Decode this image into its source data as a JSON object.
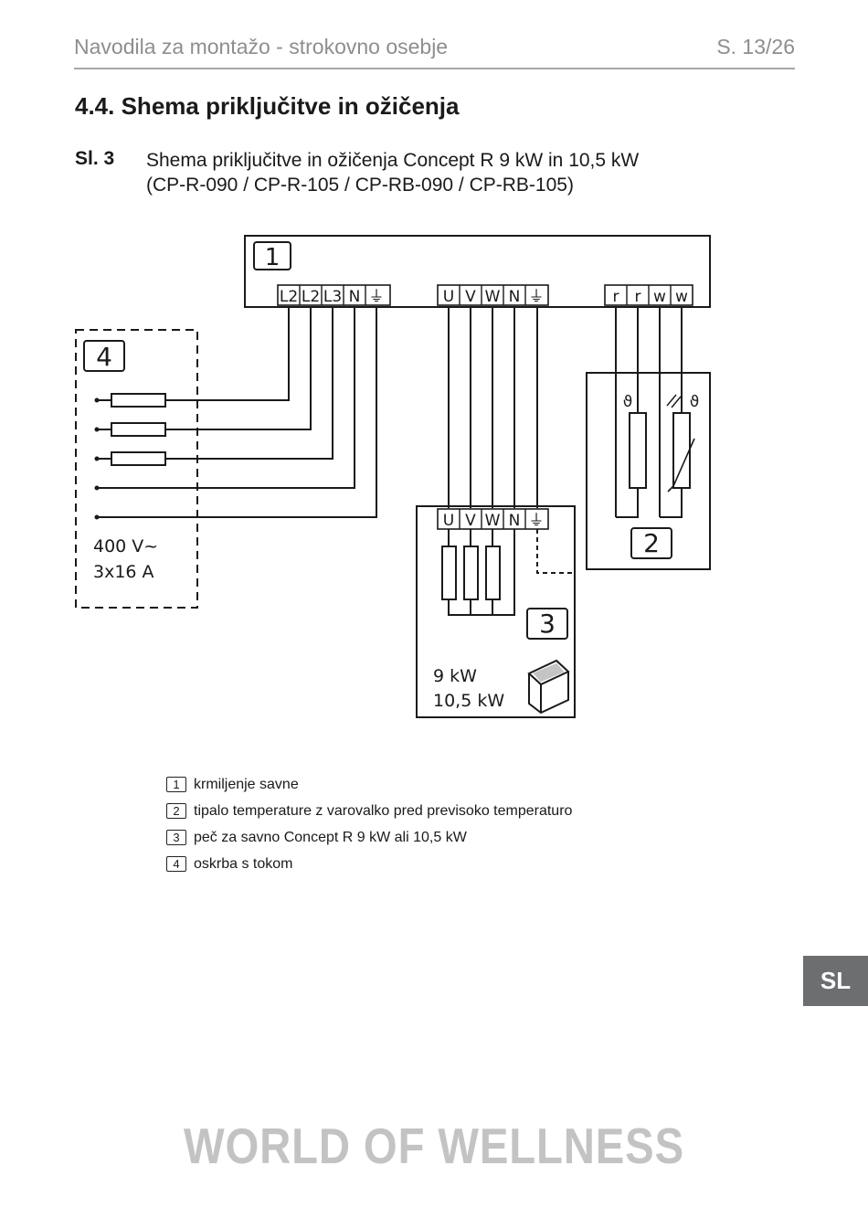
{
  "header": {
    "title": "Navodila za montažo - strokovno osebje",
    "page": "S. 13/26"
  },
  "section": {
    "title": "4.4. Shema priključitve in ožičenja"
  },
  "figure": {
    "label": "Sl. 3",
    "caption_line1": "Shema priključitve in ožičenja Concept R 9 kW in 10,5 kW",
    "caption_line2": "(CP-R-090 / CP-R-105 / CP-RB-090 / CP-RB-105)"
  },
  "diagram": {
    "box1": {
      "number": "1",
      "terminals_supply": [
        "L2",
        "L2",
        "L3",
        "N",
        "⏚"
      ],
      "terminals_heater": [
        "U",
        "V",
        "W",
        "N",
        "⏚"
      ],
      "terminals_sensor": [
        "r",
        "r",
        "w",
        "w"
      ]
    },
    "box2": {
      "number": "2",
      "symbol_temp": "ϑ",
      "symbol_limit": "ϑ"
    },
    "box3": {
      "number": "3",
      "terminals": [
        "U",
        "V",
        "W",
        "N",
        "⏚"
      ],
      "power1": "9 kW",
      "power2": "10,5 kW"
    },
    "box4": {
      "number": "4",
      "voltage": "400 V~",
      "current": "3x16 A"
    }
  },
  "legend": [
    {
      "num": "1",
      "text": "krmiljenje savne"
    },
    {
      "num": "2",
      "text": "tipalo temperature z varovalko pred previsoko temperaturo"
    },
    {
      "num": "3",
      "text": "peč za savno Concept R 9 kW ali 10,5 kW"
    },
    {
      "num": "4",
      "text": "oskrba s tokom"
    }
  ],
  "language_tab": "SL",
  "footer": {
    "brand": "WORLD OF WELLNESS"
  }
}
